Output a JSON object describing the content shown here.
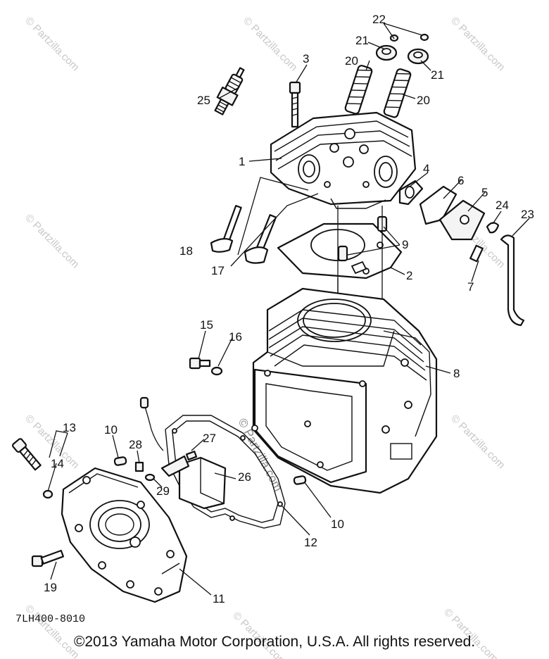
{
  "diagram": {
    "catalog_code": "7LH400-8010",
    "copyright": "©2013  Yamaha Motor Corporation, U.S.A. All rights reserved.",
    "watermark": "© Partzilla.com",
    "callouts": [
      "1",
      "2",
      "3",
      "4",
      "5",
      "6",
      "7",
      "8",
      "9",
      "10",
      "10",
      "11",
      "12",
      "13",
      "14",
      "15",
      "16",
      "17",
      "18",
      "19",
      "20",
      "20",
      "21",
      "21",
      "22",
      "23",
      "24",
      "25",
      "26",
      "27",
      "28",
      "29"
    ]
  }
}
